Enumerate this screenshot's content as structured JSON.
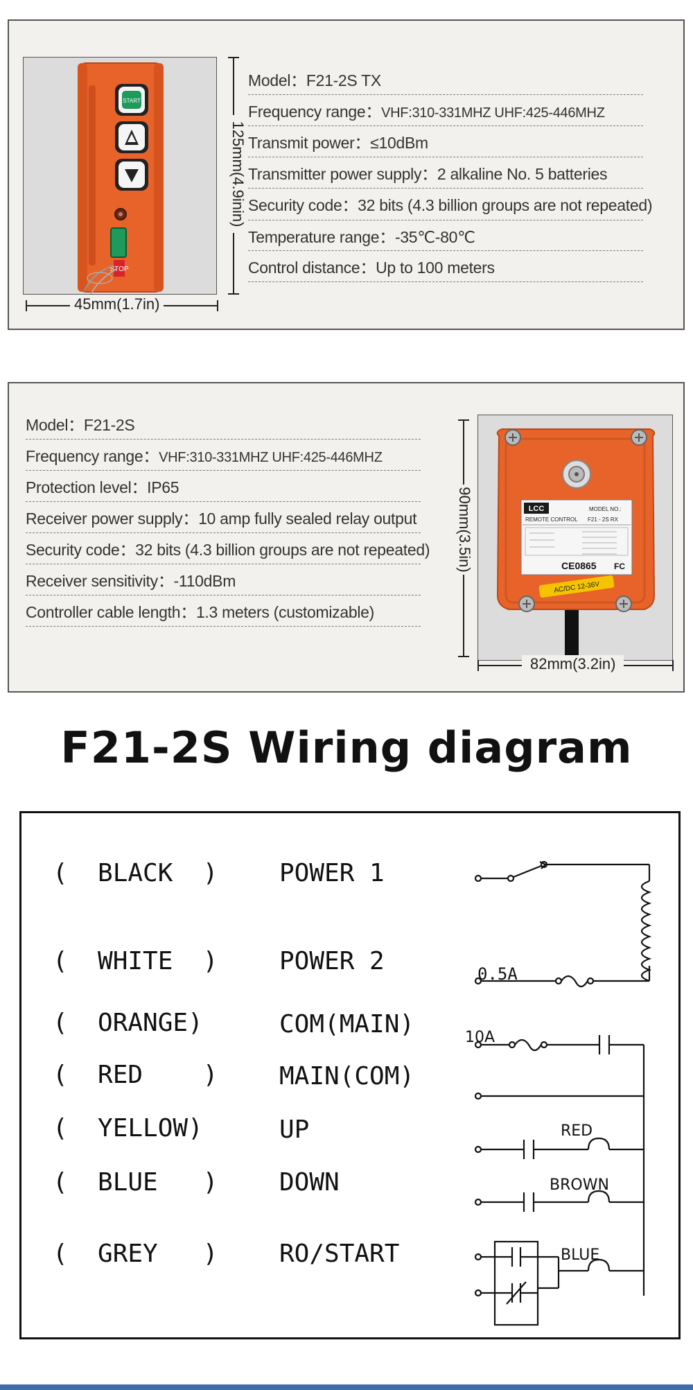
{
  "transmitter": {
    "specs": [
      {
        "label": "Model：",
        "value": "F21-2S TX"
      },
      {
        "label": "Frequency range：",
        "value": "VHF:310-331MHZ UHF:425-446MHZ"
      },
      {
        "label": "Transmit power：",
        "value": "≤10dBm"
      },
      {
        "label": "Transmitter power supply：",
        "value": "2 alkaline No. 5 batteries"
      },
      {
        "label": "Security code：",
        "value": "32 bits (4.3 billion groups are not repeated)"
      },
      {
        "label": "Temperature range：",
        "value": "-35℃-80℃"
      },
      {
        "label": "Control distance：",
        "value": "Up to 100 meters"
      }
    ],
    "height_dim": "125mm(4.9inin)",
    "width_dim": "45mm(1.7in)",
    "button_labels": {
      "start": "START",
      "stop": "STOP"
    }
  },
  "receiver": {
    "specs": [
      {
        "label": "Model：",
        "value": "F21-2S"
      },
      {
        "label": "Frequency range：",
        "value": "VHF:310-331MHZ UHF:425-446MHZ"
      },
      {
        "label": "Protection level：",
        "value": "IP65"
      },
      {
        "label": "Receiver power supply：",
        "value": "10 amp fully sealed relay output"
      },
      {
        "label": "Security code：",
        "value": "32 bits (4.3 billion groups are not repeated)"
      },
      {
        "label": "Receiver sensitivity：",
        "value": "-110dBm"
      },
      {
        "label": "Controller cable length：",
        "value": "1.3 meters (customizable)"
      }
    ],
    "height_dim": "90mm(3.5in)",
    "width_dim": "82mm(3.2in)",
    "label_brand": "LCC",
    "label_remote": "REMOTE CONTROL",
    "label_model_no": "MODEL NO.:",
    "label_model": "F21 - 2S RX",
    "label_ce": "CE0865",
    "label_fc": "FC",
    "label_voltage": "AC/DC 12-36V"
  },
  "wiring": {
    "title": "F21-2S Wiring diagram",
    "rows": [
      {
        "color": "(  BLACK  )",
        "function": "POWER 1"
      },
      {
        "color": "(  WHITE  )",
        "function": "POWER 2"
      },
      {
        "color": "(  ORANGE)",
        "function": "COM(MAIN)"
      },
      {
        "color": "(  RED    )",
        "function": "MAIN(COM)"
      },
      {
        "color": "(  YELLOW)",
        "function": "UP"
      },
      {
        "color": "(  BLUE   )",
        "function": "DOWN"
      },
      {
        "color": "(  GREY   )",
        "function": "RO/START"
      }
    ],
    "labels": {
      "fuse1": "0.5A",
      "fuse2": "10A",
      "red": "RED",
      "brown": "BROWN",
      "blue": "BLUE"
    }
  },
  "colors": {
    "panel_bg": "#f2f1ee",
    "device_orange": "#e8632a",
    "stop_red": "#d8232a",
    "start_green": "#1e9a5a"
  }
}
